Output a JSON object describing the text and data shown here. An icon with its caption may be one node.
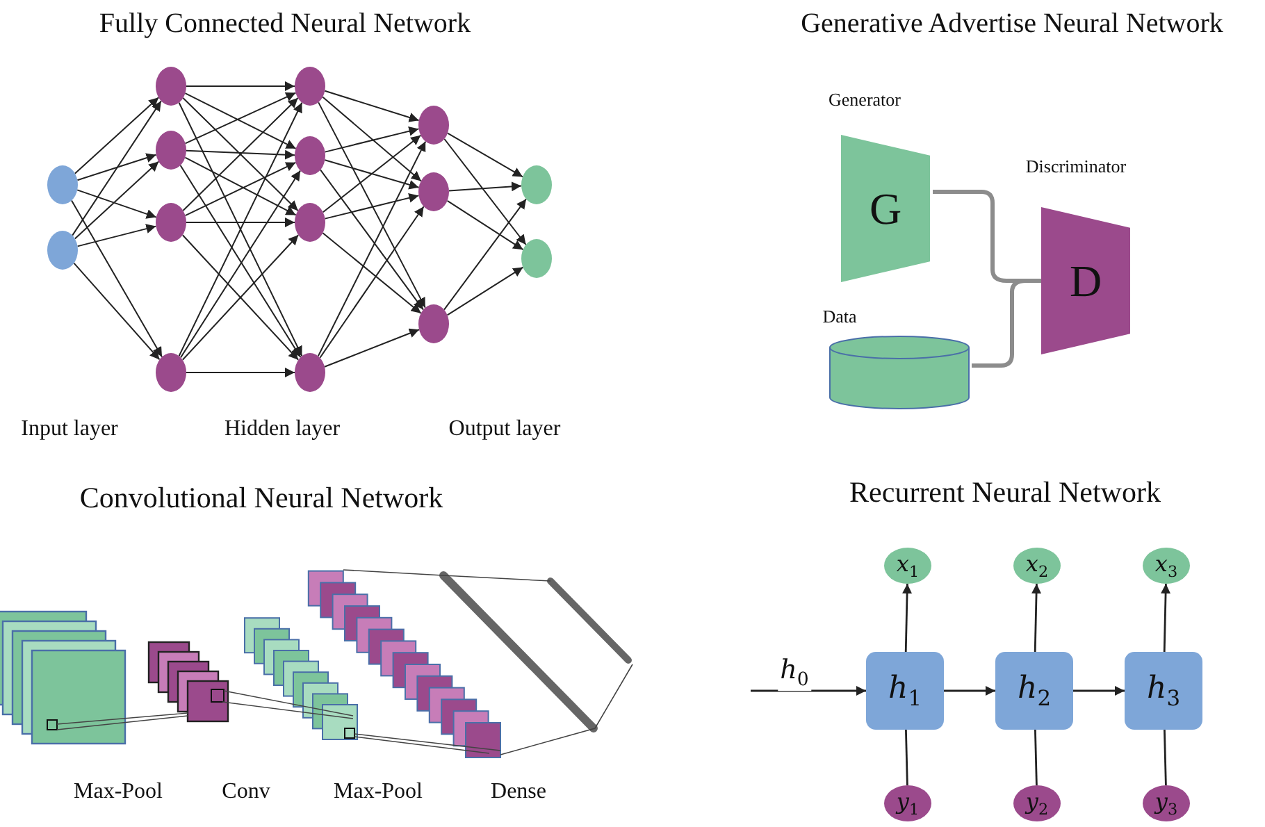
{
  "diagram": {
    "nodes": [
      {
        "text": [],
        "shape": "circle"
      },
      {
        "text": [],
        "shape": "circle"
      },
      {
        "text": [],
        "shape": "circle"
      },
      {
        "text": [],
        "shape": "circle"
      },
      {
        "text": [],
        "shape": "circle"
      },
      {
        "text": [],
        "shape": "circle"
      },
      {
        "text": [],
        "shape": "circle"
      },
      {
        "text": [],
        "shape": "circle"
      },
      {
        "text": [],
        "shape": "circle"
      },
      {
        "text": [],
        "shape": "circle"
      },
      {
        "text": [],
        "shape": "circle"
      },
      {
        "text": [],
        "shape": "circle"
      },
      {
        "text": [],
        "shape": "circle"
      },
      {
        "text": [],
        "shape": "circle"
      },
      {
        "text": [],
        "shape": "circle"
      },
      {
        "text": [
          "G"
        ],
        "beside": [
          "Generator"
        ]
      },
      {
        "text": [],
        "shape": "cylinder",
        "beside": [
          "Data"
        ]
      },
      {
        "text": [
          "D"
        ],
        "beside": [
          "Discriminator"
        ]
      },
      {
        "text": [
          "h$_{1}$"
        ]
      },
      {
        "text": [
          "h$_{2}$"
        ]
      },
      {
        "text": [
          "h$_{3}$"
        ]
      },
      {
        "text": [
          "x$_{1}$"
        ]
      },
      {
        "text": [
          "x$_{2}$"
        ]
      },
      {
        "text": [
          "x$_{3}$"
        ]
      },
      {
        "text": [
          "y$_{1}$"
        ]
      },
      {
        "text": [
          "y$_{2}$"
        ]
      },
      {
        "text": [
          "y$_{3}$"
        ]
      }
    ],
    "edges": [
      {
        "from": 0,
        "to": 2,
        "arrow": "to"
      },
      {
        "from": 0,
        "to": 3,
        "arrow": "to"
      },
      {
        "from": 0,
        "to": 4,
        "arrow": "to"
      },
      {
        "from": 0,
        "to": 5,
        "arrow": "to"
      },
      {
        "from": 1,
        "to": 2,
        "arrow": "to"
      },
      {
        "from": 1,
        "to": 3,
        "arrow": "to"
      },
      {
        "from": 1,
        "to": 4,
        "arrow": "to"
      },
      {
        "from": 1,
        "to": 5,
        "arrow": "to"
      },
      {
        "from": 2,
        "to": 6,
        "arrow": "to"
      },
      {
        "from": 2,
        "to": 7,
        "arrow": "to"
      },
      {
        "from": 2,
        "to": 8,
        "arrow": "to"
      },
      {
        "from": 2,
        "to": 9,
        "arrow": "to"
      },
      {
        "from": 3,
        "to": 6,
        "arrow": "to"
      },
      {
        "from": 3,
        "to": 7,
        "arrow": "to"
      },
      {
        "from": 3,
        "to": 8,
        "arrow": "to"
      },
      {
        "from": 3,
        "to": 9,
        "arrow": "to"
      },
      {
        "from": 4,
        "to": 6,
        "arrow": "to"
      },
      {
        "from": 4,
        "to": 7,
        "arrow": "to"
      },
      {
        "from": 4,
        "to": 8,
        "arrow": "to"
      },
      {
        "from": 4,
        "to": 9,
        "arrow": "to"
      },
      {
        "from": 5,
        "to": 6,
        "arrow": "to"
      },
      {
        "from": 5,
        "to": 7,
        "arrow": "to"
      },
      {
        "from": 5,
        "to": 8,
        "arrow": "to"
      },
      {
        "from": 5,
        "to": 9,
        "arrow": "to"
      },
      {
        "from": 6,
        "to": 10,
        "arrow": "to"
      },
      {
        "from": 6,
        "to": 11,
        "arrow": "to"
      },
      {
        "from": 6,
        "to": 12,
        "arrow": "to"
      },
      {
        "from": 7,
        "to": 10,
        "arrow": "to"
      },
      {
        "from": 7,
        "to": 11,
        "arrow": "to"
      },
      {
        "from": 7,
        "to": 12,
        "arrow": "to"
      },
      {
        "from": 8,
        "to": 10,
        "arrow": "to"
      },
      {
        "from": 8,
        "to": 11,
        "arrow": "to"
      },
      {
        "from": 8,
        "to": 12,
        "arrow": "to"
      },
      {
        "from": 9,
        "to": 10,
        "arrow": "to"
      },
      {
        "from": 9,
        "to": 11,
        "arrow": "to"
      },
      {
        "from": 9,
        "to": 12,
        "arrow": "to"
      },
      {
        "from": 10,
        "to": 13,
        "arrow": "to"
      },
      {
        "from": 10,
        "to": 14,
        "arrow": "to"
      },
      {
        "from": 11,
        "to": 13,
        "arrow": "to"
      },
      {
        "from": 11,
        "to": 14,
        "arrow": "to"
      },
      {
        "from": 12,
        "to": 13,
        "arrow": "to"
      },
      {
        "from": 12,
        "to": 14,
        "arrow": "to"
      },
      {
        "from": 15,
        "to": 17,
        "arrow": "none",
        "style": "thick",
        "color": "#8c8c8c"
      },
      {
        "from": 16,
        "to": 17,
        "arrow": "none",
        "style": "thick",
        "color": "#8c8c8c"
      },
      {
        "from": null,
        "to": 18,
        "arrow": "to",
        "label": "h$_{0}$"
      },
      {
        "from": 18,
        "to": 19,
        "arrow": "to"
      },
      {
        "from": 19,
        "to": 20,
        "arrow": "to"
      },
      {
        "from": 18,
        "to": 21,
        "arrow": "to"
      },
      {
        "from": 19,
        "to": 22,
        "arrow": "to"
      },
      {
        "from": 20,
        "to": 23,
        "arrow": "to"
      },
      {
        "from": 24,
        "to": 18,
        "arrow": "none"
      },
      {
        "from": 25,
        "to": 19,
        "arrow": "none"
      },
      {
        "from": 26,
        "to": 20,
        "arrow": "none"
      }
    ],
    "labels": [
      "Fully Connected Neural Network",
      "Generative Advertise Neural Network",
      "Input layer",
      "Hidden layer",
      "Output layer",
      "Convolutional Neural Network",
      "Recurrent Neural Network",
      "Max-Pool",
      "Conv",
      "Max-Pool",
      "Dense"
    ]
  }
}
